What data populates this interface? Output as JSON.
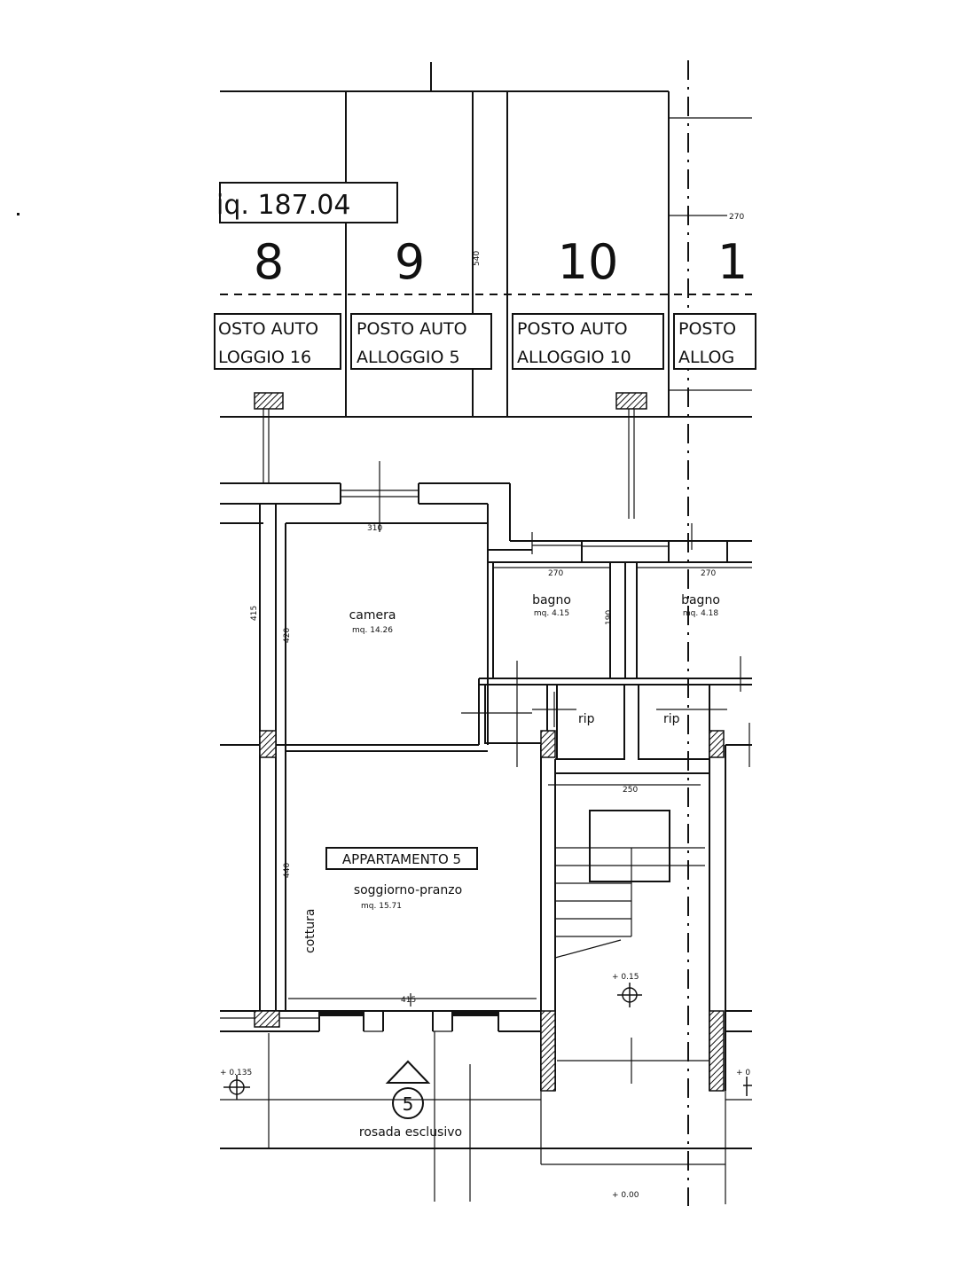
{
  "area_label": "iq. 187.04",
  "parking": {
    "numbers": [
      "8",
      "9",
      "10",
      "1"
    ],
    "spots": [
      {
        "line1": "OSTO AUTO",
        "line2": "LOGGIO 16"
      },
      {
        "line1": "POSTO AUTO",
        "line2": "ALLOGGIO 5"
      },
      {
        "line1": "POSTO AUTO",
        "line2": "ALLOGGIO 10"
      },
      {
        "line1": "POSTO",
        "line2": "ALLOG"
      }
    ],
    "dim_vertical": "540",
    "dim_right": "270"
  },
  "rooms": {
    "camera": {
      "name": "camera",
      "area": "mq. 14.26"
    },
    "bagno1": {
      "name": "bagno",
      "area": "mq. 4.15"
    },
    "bagno2": {
      "name": "bagno",
      "area": "mq. 4.18"
    },
    "rip1": "rip",
    "rip2": "rip",
    "apartment": "APPARTAMENTO 5",
    "soggiorno": {
      "name": "soggiorno-pranzo",
      "area": "mq. 15.71"
    },
    "cottura": "cottura",
    "garden": "rosada esclusivo"
  },
  "dimensions": {
    "camera_top": "310",
    "camera_left": "415",
    "camera_inner": "420",
    "bagno_w1": "270",
    "bagno_w2": "270",
    "bagno_h": "190",
    "stair_w": "250",
    "soggiorno_h": "440",
    "soggiorno_w": "415"
  },
  "levels": {
    "left": "+ 0.135",
    "stair": "+ 0.15",
    "right": "+ 0",
    "bottom": "+ 0.00"
  },
  "entrance_marker": "5"
}
